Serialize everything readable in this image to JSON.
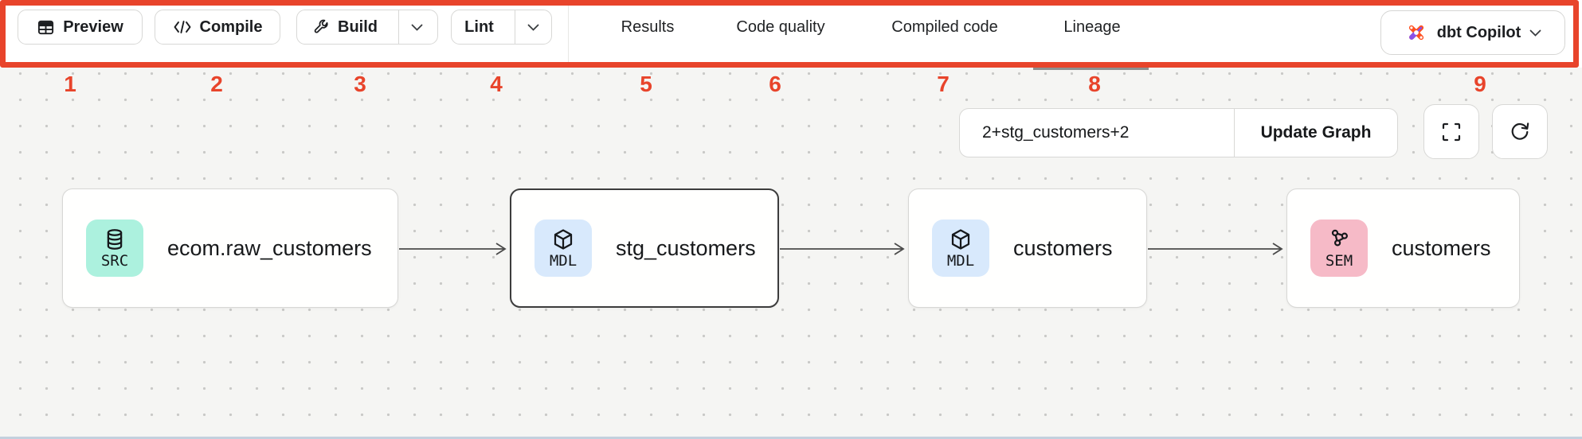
{
  "annotation": {
    "highlight_color": "#e8442b",
    "numbers": [
      "1",
      "2",
      "3",
      "4",
      "5",
      "6",
      "7",
      "8",
      "9"
    ]
  },
  "toolbar": {
    "preview_label": "Preview",
    "compile_label": "Compile",
    "build_label": "Build",
    "lint_label": "Lint",
    "tabs": {
      "results": "Results",
      "code_quality": "Code quality",
      "compiled_code": "Compiled code",
      "lineage": "Lineage"
    },
    "active_tab": "Lineage",
    "copilot_label": "dbt Copilot"
  },
  "graph_controls": {
    "selector_value": "2+stg_customers+2",
    "update_label": "Update Graph"
  },
  "lineage": {
    "nodes": [
      {
        "badge": "SRC",
        "label": "ecom.raw_customers",
        "icon": "database-icon",
        "badge_color": "#acf1de",
        "selected": false
      },
      {
        "badge": "MDL",
        "label": "stg_customers",
        "icon": "cube-icon",
        "badge_color": "#d8e9fc",
        "selected": true
      },
      {
        "badge": "MDL",
        "label": "customers",
        "icon": "cube-icon",
        "badge_color": "#d8e9fc",
        "selected": false
      },
      {
        "badge": "SEM",
        "label": "customers",
        "icon": "semantic-model-icon",
        "badge_color": "#f6bac7",
        "selected": false
      }
    ]
  },
  "colors": {
    "canvas_bg": "#f5f5f3",
    "edge": "#4a4a4a",
    "selected_node_border": "#3c3c3c",
    "tab_underline": "#8f8f8f"
  }
}
